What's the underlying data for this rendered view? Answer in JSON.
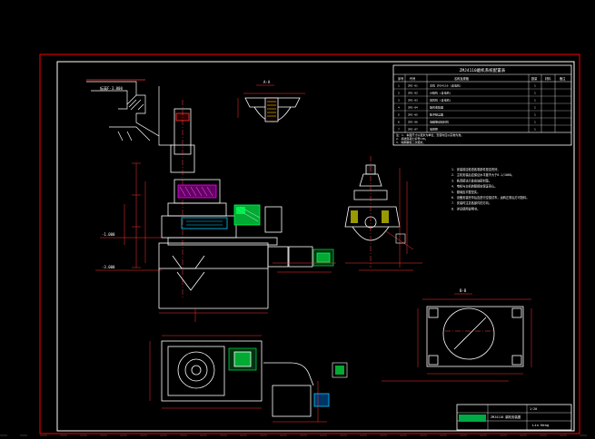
{
  "drawing": {
    "background": "#000000",
    "colors": {
      "frame": "#ffffff",
      "outer_frame": "#ff0000",
      "dimension": "#ff3333",
      "centerline": "#ff4444",
      "hatch": "#ff00ff",
      "part": "#ffffff",
      "accent_green": "#00cc44",
      "accent_cyan": "#00ccff",
      "accent_yellow": "#ffff00"
    },
    "labels": {
      "feed_level": "标高F-3.000",
      "level_a": "-1.000",
      "level_b": "-3.000",
      "detail_view": "A-A",
      "bottom_view": "B-B"
    },
    "table": {
      "title": "ZMJ4110磨机系统配置表",
      "header": [
        "序号",
        "代号",
        "名称及规格",
        "数量",
        "材料",
        "备注"
      ],
      "rows": [
        [
          "1",
          "ZMJ-01",
          "主机 ZMJ4110 (含电机)",
          "1",
          "",
          ""
        ],
        [
          "2",
          "ZMJ-02",
          "分级机 (含电机)",
          "1",
          "",
          ""
        ],
        [
          "3",
          "ZMJ-03",
          "鼓风机 (含电机)",
          "1",
          "",
          ""
        ],
        [
          "4",
          "ZMJ-04",
          "旋风收集器",
          "1",
          "",
          ""
        ],
        [
          "5",
          "ZMJ-05",
          "脉冲除尘器",
          "1",
          "",
          ""
        ],
        [
          "6",
          "ZMJ-06",
          "电磁振动给料机",
          "1",
          "",
          ""
        ],
        [
          "7",
          "ZMJ-07",
          "电控柜",
          "1",
          "",
          ""
        ]
      ],
      "notes": [
        "注：1. 本图尺寸以毫米为单位，安装时应以实物为准。",
        "2. 基础混凝土标号C20。",
        "3. 地脚螺栓二次灌浆。"
      ]
    },
    "tech_notes": [
      "1. 安装前应检查各零部件是否完好。",
      "2. 主机安装后应保证水平度不大于0.1/1000。",
      "3. 各连接法兰处应加密封垫。",
      "4. 电机与主机的联接应保证同心。",
      "5. 基础应平整坚实。",
      "6. 设备安装完毕后应进行空载试车，运转正常后方可投料。",
      "7. 安装时注意各部件的方向。",
      "8. 详见使用说明书。"
    ],
    "title_block": {
      "drawing_name": "ZMJ4110 磨机安装图",
      "scale": "1:20",
      "company": "Lin Heng"
    }
  }
}
